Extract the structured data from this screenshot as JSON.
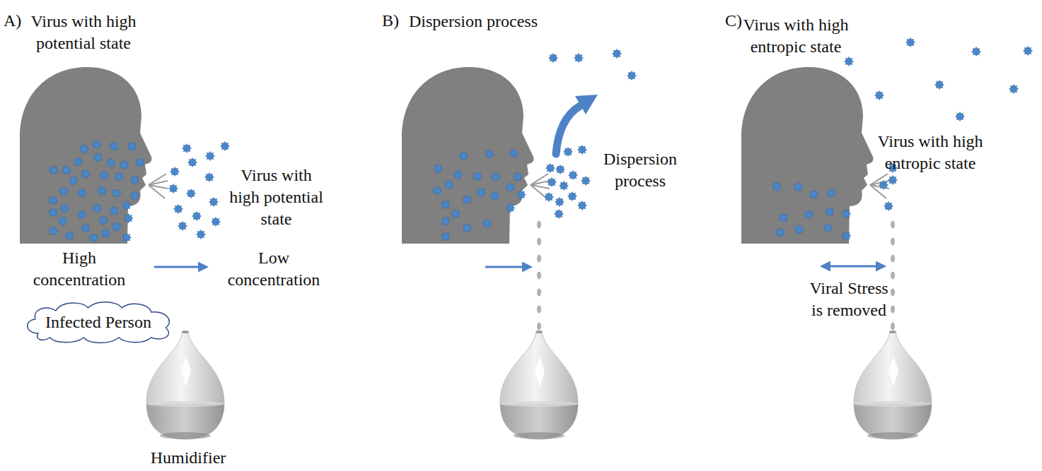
{
  "diagram": {
    "nodes": [
      {
        "text": [
          "Infected Person"
        ]
      }
    ],
    "labels": [
      "A)",
      "Virus with high potential state",
      "Virus with high potential state",
      "High concentration",
      "Low concentration",
      "Humidifier",
      "B)",
      "Dispersion process",
      "Dispersion process",
      "C)",
      "Virus with high entropic state",
      "Virus with high entropic state",
      "Viral Stress is removed"
    ]
  }
}
